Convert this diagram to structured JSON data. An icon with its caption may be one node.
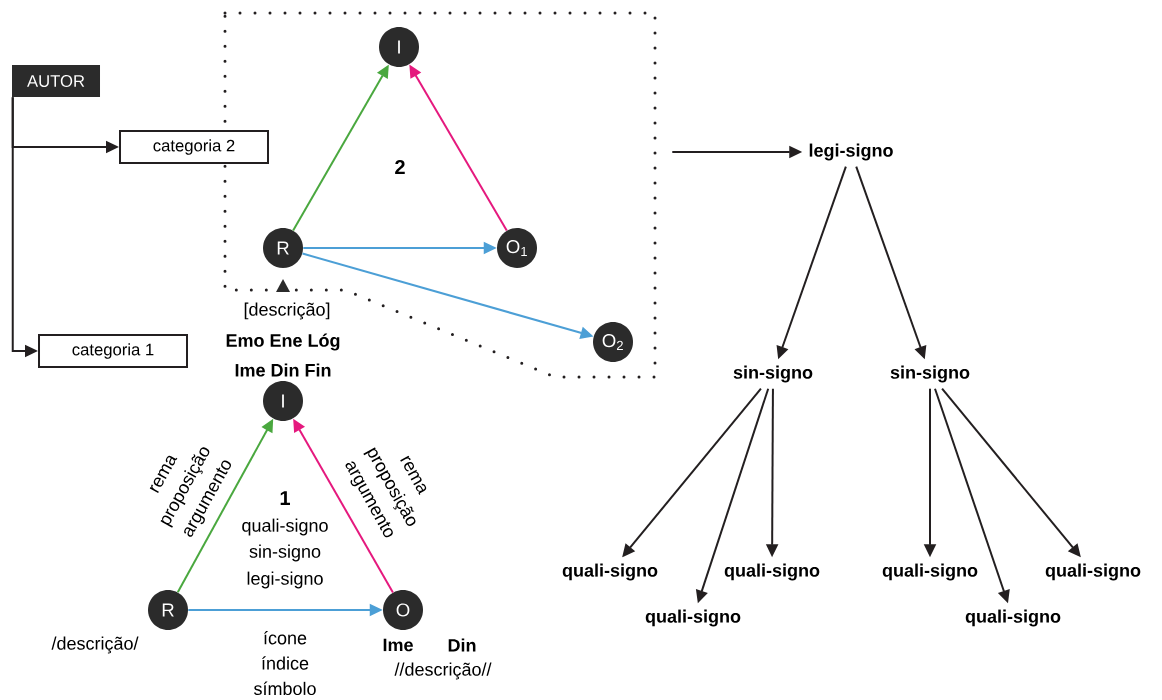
{
  "diagram": {
    "nodes": [
      {
        "text": [
          "AUTOR"
        ]
      },
      {
        "text": [
          "categoria 2"
        ]
      },
      {
        "text": [
          "categoria 1"
        ]
      },
      {
        "text": [
          "2"
        ]
      },
      {
        "text": [
          "I"
        ],
        "in": 3
      },
      {
        "text": [
          "R"
        ],
        "in": 3,
        "beside": [
          "[descrição]",
          "Emo Ene Lóg",
          "Ime Din Fin"
        ]
      },
      {
        "text": [
          "O$_{1}$"
        ],
        "in": 3
      },
      {
        "text": [
          "O$_{2}$"
        ],
        "in": 3
      },
      {
        "text": [
          "I"
        ]
      },
      {
        "text": [
          "R"
        ],
        "beside": [
          "/descrição/"
        ]
      },
      {
        "text": [
          "O"
        ],
        "beside": [
          "Ime",
          "Din",
          "//descrição//"
        ]
      },
      {
        "text": [
          "legi-signo"
        ]
      },
      {
        "text": [
          "sin-signo"
        ]
      },
      {
        "text": [
          "sin-signo"
        ]
      },
      {
        "text": [
          "quali-signo"
        ]
      },
      {
        "text": [
          "quali-signo"
        ]
      },
      {
        "text": [
          "quali-signo"
        ]
      },
      {
        "text": [
          "quali-signo"
        ]
      },
      {
        "text": [
          "quali-signo"
        ]
      },
      {
        "text": [
          "quali-signo"
        ]
      }
    ],
    "edges": [
      {
        "from": 0,
        "to": 1,
        "arrow": "to"
      },
      {
        "from": 0,
        "to": 2,
        "arrow": "to"
      },
      {
        "from": 5,
        "to": 4,
        "arrow": "to",
        "color": "#4aa83f"
      },
      {
        "from": 6,
        "to": 4,
        "arrow": "to",
        "color": "#e5197e"
      },
      {
        "from": 5,
        "to": 6,
        "arrow": "to",
        "color": "#4c9fd6"
      },
      {
        "from": 5,
        "to": 7,
        "arrow": "to",
        "color": "#4c9fd6"
      },
      {
        "from": 3,
        "to": 11,
        "arrow": "to"
      },
      {
        "from": 9,
        "to": 8,
        "arrow": "to",
        "color": "#4aa83f",
        "label": "rema proposição argumento"
      },
      {
        "from": 10,
        "to": 8,
        "arrow": "to",
        "color": "#e5197e",
        "label": "rema proposição argumento"
      },
      {
        "from": 9,
        "to": 10,
        "arrow": "to",
        "color": "#4c9fd6",
        "label": "ícone índice símbolo"
      },
      {
        "from": 11,
        "to": 12,
        "arrow": "to"
      },
      {
        "from": 11,
        "to": 13,
        "arrow": "to"
      },
      {
        "from": 12,
        "to": 14,
        "arrow": "to"
      },
      {
        "from": 12,
        "to": 15,
        "arrow": "to"
      },
      {
        "from": 12,
        "to": 16,
        "arrow": "to"
      },
      {
        "from": 13,
        "to": 17,
        "arrow": "to"
      },
      {
        "from": 13,
        "to": 18,
        "arrow": "to"
      },
      {
        "from": 13,
        "to": 19,
        "arrow": "to"
      }
    ],
    "labels": [
      "1",
      "quali-signo",
      "sin-signo",
      "legi-signo"
    ]
  }
}
